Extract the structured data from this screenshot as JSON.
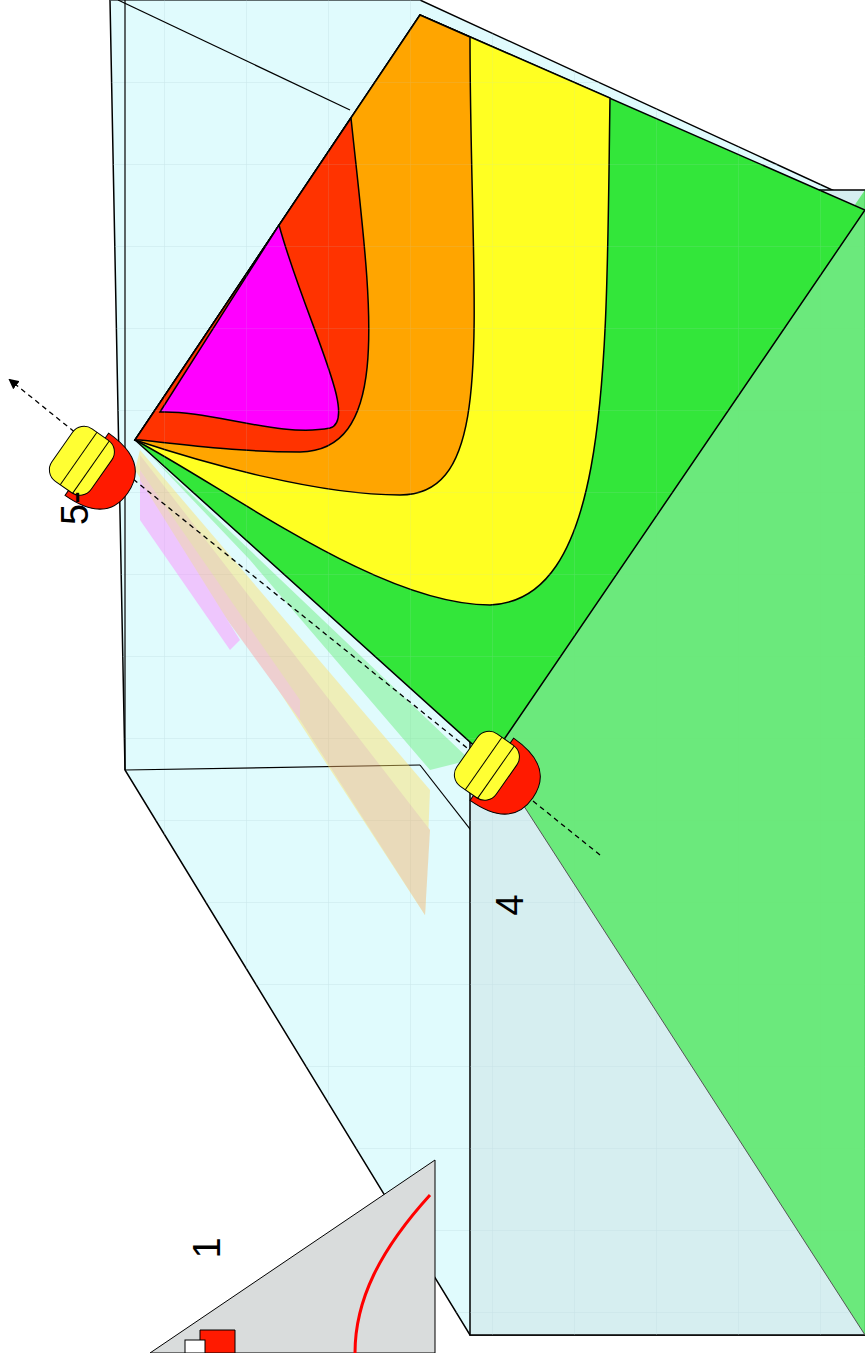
{
  "diagram": {
    "labels": [
      "5-",
      "4",
      "1"
    ]
  }
}
